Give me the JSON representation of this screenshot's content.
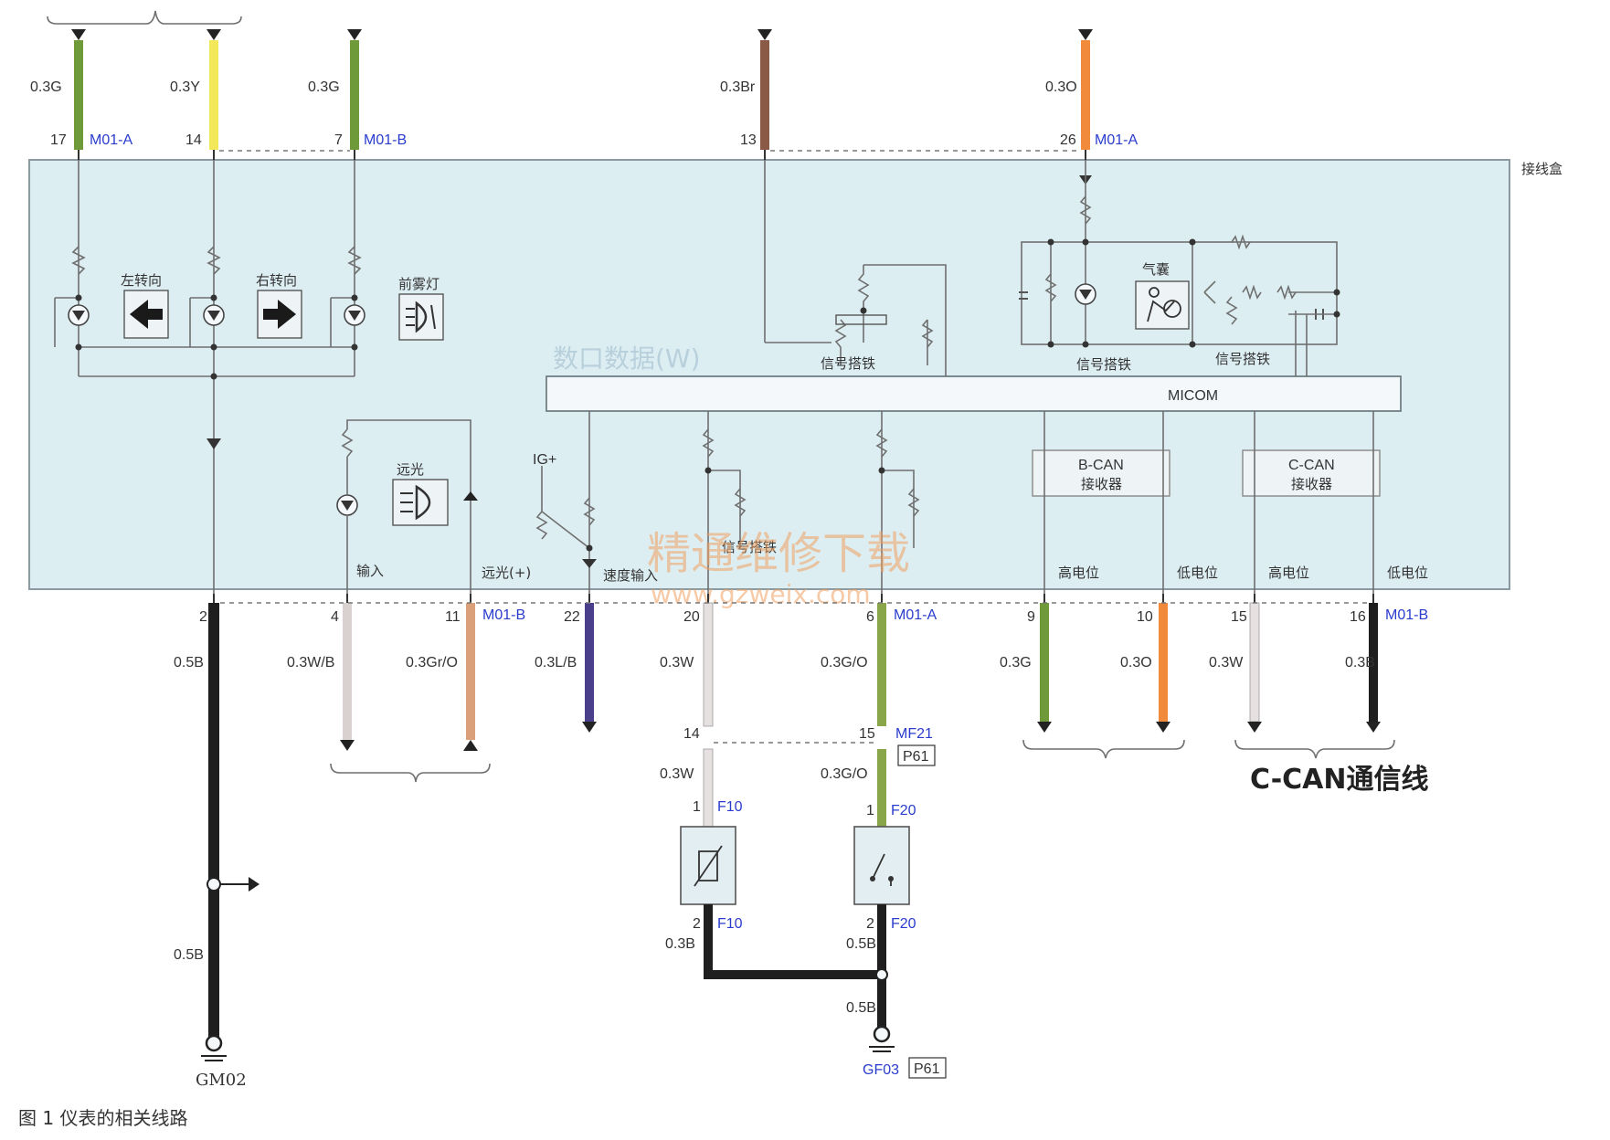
{
  "figure": {
    "caption": "图 1  仪表的相关线路",
    "junction_box_label": "接线盒",
    "watermark_cn": "精通维修下载",
    "watermark_url": "www.gzweix.com",
    "faded_label": "数口数据(W)",
    "micom_label": "MICOM",
    "ccan_label": "C-CAN通信线",
    "ig_label": "IG+"
  },
  "indicators": {
    "left_turn": "左转向",
    "right_turn": "右转向",
    "fog_lamp": "前雾灯",
    "high_beam": "远光",
    "airbag": "气囊",
    "signal_ground_1": "信号搭铁",
    "signal_ground_2": "信号搭铁",
    "signal_ground_3": "信号搭铁",
    "signal_ground_4": "信号搭铁",
    "input": "输入",
    "high_beam_plus": "远光(+)",
    "speed_input": "速度输入",
    "high_level_1": "高电位",
    "low_level_1": "低电位",
    "high_level_2": "高电位",
    "low_level_2": "低电位",
    "bcan_receiver": "B-CAN",
    "bcan_receiver_sub": "接收器",
    "ccan_receiver": "C-CAN",
    "ccan_receiver_sub": "接收器"
  },
  "top_wires": [
    {
      "pin": "17",
      "spec": "0.3G",
      "connector": "M01-A",
      "color": "#6f9a3a"
    },
    {
      "pin": "14",
      "spec": "0.3Y",
      "connector": "",
      "color": "#f2e85a"
    },
    {
      "pin": "7",
      "spec": "0.3G",
      "connector": "M01-B",
      "color": "#6f9a3a"
    },
    {
      "pin": "13",
      "spec": "0.3Br",
      "connector": "",
      "color": "#8a5a46"
    },
    {
      "pin": "26",
      "spec": "0.3O",
      "connector": "M01-A",
      "color": "#f28a3c"
    }
  ],
  "bottom_wires": [
    {
      "pin": "2",
      "spec": "0.5B",
      "connector": "",
      "color": "#1f1f1f"
    },
    {
      "pin": "4",
      "spec": "0.3W/B",
      "connector": "",
      "color": "#d9d0d0"
    },
    {
      "pin": "11",
      "spec": "0.3Gr/O",
      "connector": "M01-B",
      "color": "#d9a07a"
    },
    {
      "pin": "22",
      "spec": "0.3L/B",
      "connector": "",
      "color": "#4a3f8a"
    },
    {
      "pin": "20",
      "spec": "0.3W",
      "connector": "",
      "color": "#e6e0e0"
    },
    {
      "pin": "6",
      "spec": "0.3G/O",
      "connector": "M01-A",
      "color": "#8aa64a"
    },
    {
      "pin": "9",
      "spec": "0.3G",
      "connector": "",
      "color": "#6f9a3a"
    },
    {
      "pin": "10",
      "spec": "0.3O",
      "connector": "",
      "color": "#f28a3c"
    },
    {
      "pin": "15",
      "spec": "0.3W",
      "connector": "",
      "color": "#e6e0e0"
    },
    {
      "pin": "16",
      "spec": "0.3B",
      "connector": "M01-B",
      "color": "#1f1f1f"
    }
  ],
  "lower_section": {
    "ground_left_spec_1": "0.5B",
    "ground_left_label": "GM02",
    "mf21_pin_left": "14",
    "mf21_pin_right": "15",
    "mf21_connector": "MF21",
    "mf21_box": "P61",
    "f10_spec_top": "0.3W",
    "f20_spec_top": "0.3G/O",
    "f10_pin_top": "1",
    "f10_label_top": "F10",
    "f20_pin_top": "1",
    "f20_label_top": "F20",
    "f10_pin_bottom": "2",
    "f10_label_bottom": "F10",
    "f20_pin_bottom": "2",
    "f20_label_bottom": "F20",
    "f10_spec_bottom": "0.3B",
    "f20_spec_bottom": "0.5B",
    "ground_right_spec": "0.5B",
    "ground_right_label": "GF03",
    "ground_right_box": "P61"
  }
}
